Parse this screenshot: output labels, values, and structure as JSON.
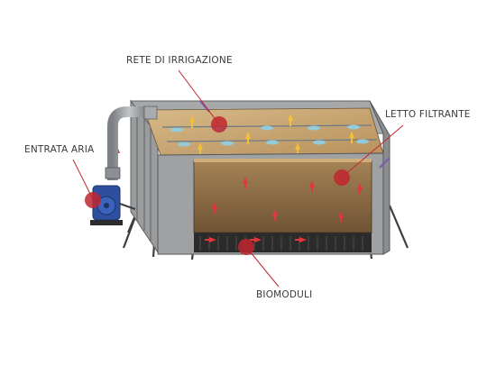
{
  "labels": {
    "irrigation": "RETE DI IRRIGAZIONE",
    "filter_bed": "LETTO FILTRANTE",
    "air_inlet": "ENTRATA ARIA",
    "biomodules": "BIOMODULI"
  },
  "colors": {
    "marker": "#c0262f",
    "leader": "#c0262f",
    "wall": "#8a8c8e",
    "wall_dark": "#6e7072",
    "filter_media": "#8a6a44",
    "filter_top": "#c9a978",
    "biomodule": "#2b2b2b",
    "fan": "#2d4f9e",
    "spray": "#8fd0e6",
    "flow_arrow": "#f2c038",
    "flow_arrow_red": "#e2363d"
  },
  "icons": {
    "flow": "up-arrow-icon",
    "spray": "nozzle-spray-icon",
    "fan": "blower-icon",
    "marker": "callout-dot-icon"
  }
}
